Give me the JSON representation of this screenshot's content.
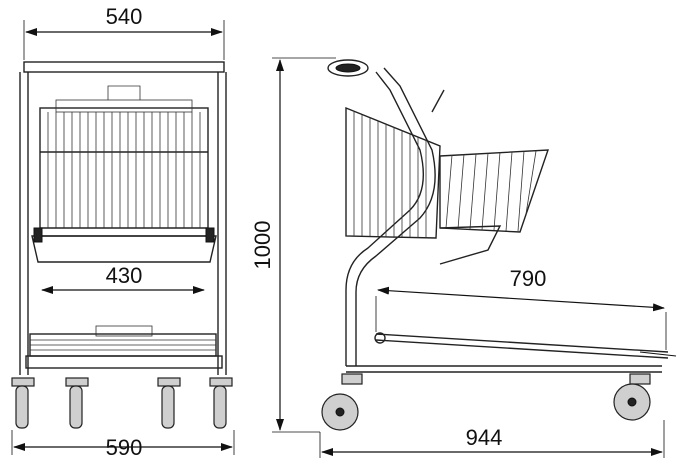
{
  "dimensions": {
    "front_top_width": "540",
    "front_base_width": "430",
    "front_wheel_width": "590",
    "side_height": "1000",
    "side_base_length": "790",
    "side_total_length": "944"
  }
}
